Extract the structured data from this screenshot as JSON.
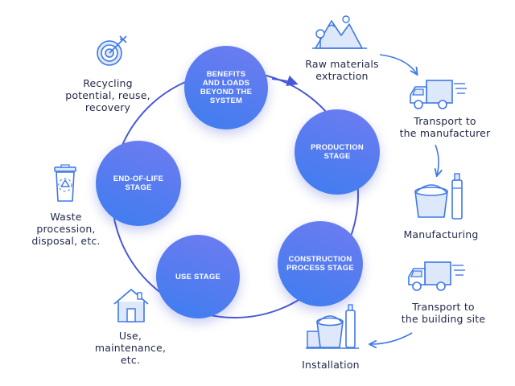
{
  "stages": [
    {
      "id": "benefits",
      "label": "BENEFITS\nAND LOADS\nBEYOND THE\nSYSTEM"
    },
    {
      "id": "production",
      "label": "PRODUCTION\nSTAGE"
    },
    {
      "id": "construction",
      "label": "CONSTRUCTION\nPROCESS STAGE"
    },
    {
      "id": "use",
      "label": "USE STAGE"
    },
    {
      "id": "end-of-life",
      "label": "END-OF-LIFE\nSTAGE"
    }
  ],
  "captions": {
    "raw_materials": "Raw materials\nextraction",
    "transport_manufacturer": "Transport to\nthe manufacturer",
    "manufacturing": "Manufacturing",
    "transport_site": "Transport to\nthe building site",
    "installation": "Installation",
    "use": "Use,\nmaintenance,\netc.",
    "waste": "Waste\nprocession,\ndisposal, etc.",
    "recycling": "Recycling\npotential, reuse,\nrecovery"
  },
  "colors": {
    "circle_gradient_start": "#6f7cf0",
    "circle_gradient_end": "#3d7df0",
    "ring": "#4a57d8",
    "icon_stroke": "#3f78e6",
    "icon_fill": "#dde8fb",
    "text": "#232a4a"
  },
  "icons": [
    "target-icon",
    "mountains-icon",
    "truck-icon",
    "paint-bucket-icon",
    "recycle-bin-icon",
    "house-icon"
  ]
}
